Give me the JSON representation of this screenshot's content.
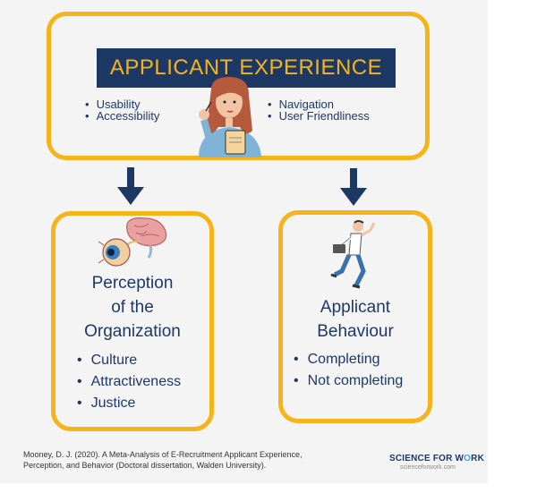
{
  "top": {
    "title": "APPLICANT EXPERIENCE",
    "bullets_left": [
      "Usability",
      "Accessibility"
    ],
    "bullets_right": [
      "Navigation",
      "User Friendliness"
    ]
  },
  "left": {
    "heading_lines": [
      "Perception",
      "of the",
      "Organization"
    ],
    "items": [
      "Culture",
      "Attractiveness",
      "Justice"
    ]
  },
  "right": {
    "heading_lines": [
      "Applicant",
      "Behaviour"
    ],
    "items": [
      "Completing",
      "Not completing"
    ]
  },
  "footer": {
    "citation_line1": "Mooney, D. J. (2020). A Meta-Analysis of E-Recruitment Applicant Experience,",
    "citation_line2": "Perception, and Behavior (Doctoral dissertation, Walden University).",
    "logo_part1": "SCIENCE",
    "logo_part2": " FOR W",
    "logo_part3": "RK",
    "logo_o": "O",
    "logo_url": "scienceforwork.com"
  },
  "colors": {
    "accent": "#f5b41a",
    "navy": "#1e3866",
    "logo_blue": "#3da3dc",
    "background": "#f4f4f4"
  }
}
